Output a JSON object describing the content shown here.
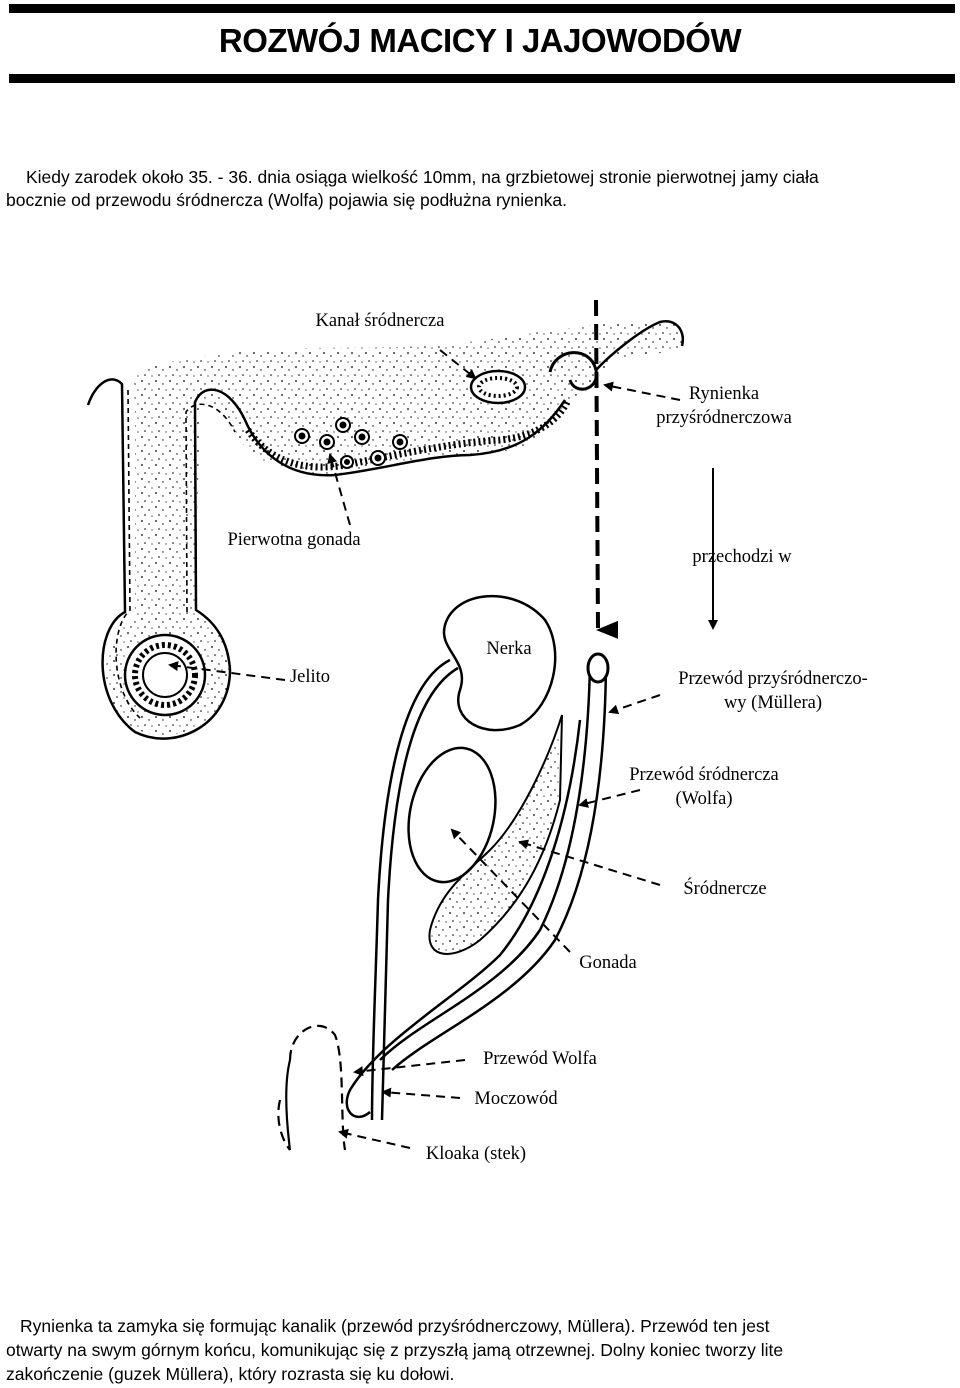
{
  "header": {
    "title": "ROZWÓJ MACICY I JAJOWODÓW"
  },
  "intro": {
    "line1": "Kiedy zarodek około 35. - 36. dnia osiąga wielkość 10mm, na grzbietowej stronie pierwotnej jamy ciała",
    "line2": "bocznie od przewodu śródnercza (Wolfa) pojawia się podłużna rynienka."
  },
  "diagram": {
    "labels": {
      "kanal": "Kanał śródnercza",
      "rynienka_1": "Rynienka",
      "rynienka_2": "przyśródnerczowa",
      "pierwotna_gonada": "Pierwotna gonada",
      "przechodzi": "przechodzi w",
      "nerka": "Nerka",
      "jelito": "Jelito",
      "mullera_1": "Przewód przyśródnerczo-",
      "mullera_2": "wy (Müllera)",
      "wolfa_1": "Przewód śródnercza",
      "wolfa_2": "(Wolfa)",
      "srodnercze": "Śródnercze",
      "gonada": "Gonada",
      "przewod_wolfa": "Przewód Wolfa",
      "moczowod": "Moczowód",
      "kloaka": "Kloaka (stek)"
    }
  },
  "outro": {
    "line1": "Rynienka ta zamyka się formując kanalik (przewód przyśródnerczowy, Müllera).  Przewód ten jest",
    "line2": "otwarty na swym górnym końcu, komunikując się z przyszłą  jamą otrzewnej. Dolny koniec tworzy lite",
    "line3": "zakończenie (guzek Müllera), który rozrasta się ku dołowi."
  }
}
